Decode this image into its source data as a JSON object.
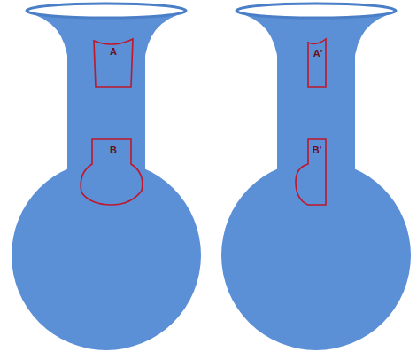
{
  "diagram": {
    "nodes": [
      {
        "text": [
          "A"
        ]
      },
      {
        "text": [
          "B"
        ]
      },
      {
        "text": [
          "A'"
        ]
      },
      {
        "text": [
          "B'"
        ]
      }
    ]
  }
}
